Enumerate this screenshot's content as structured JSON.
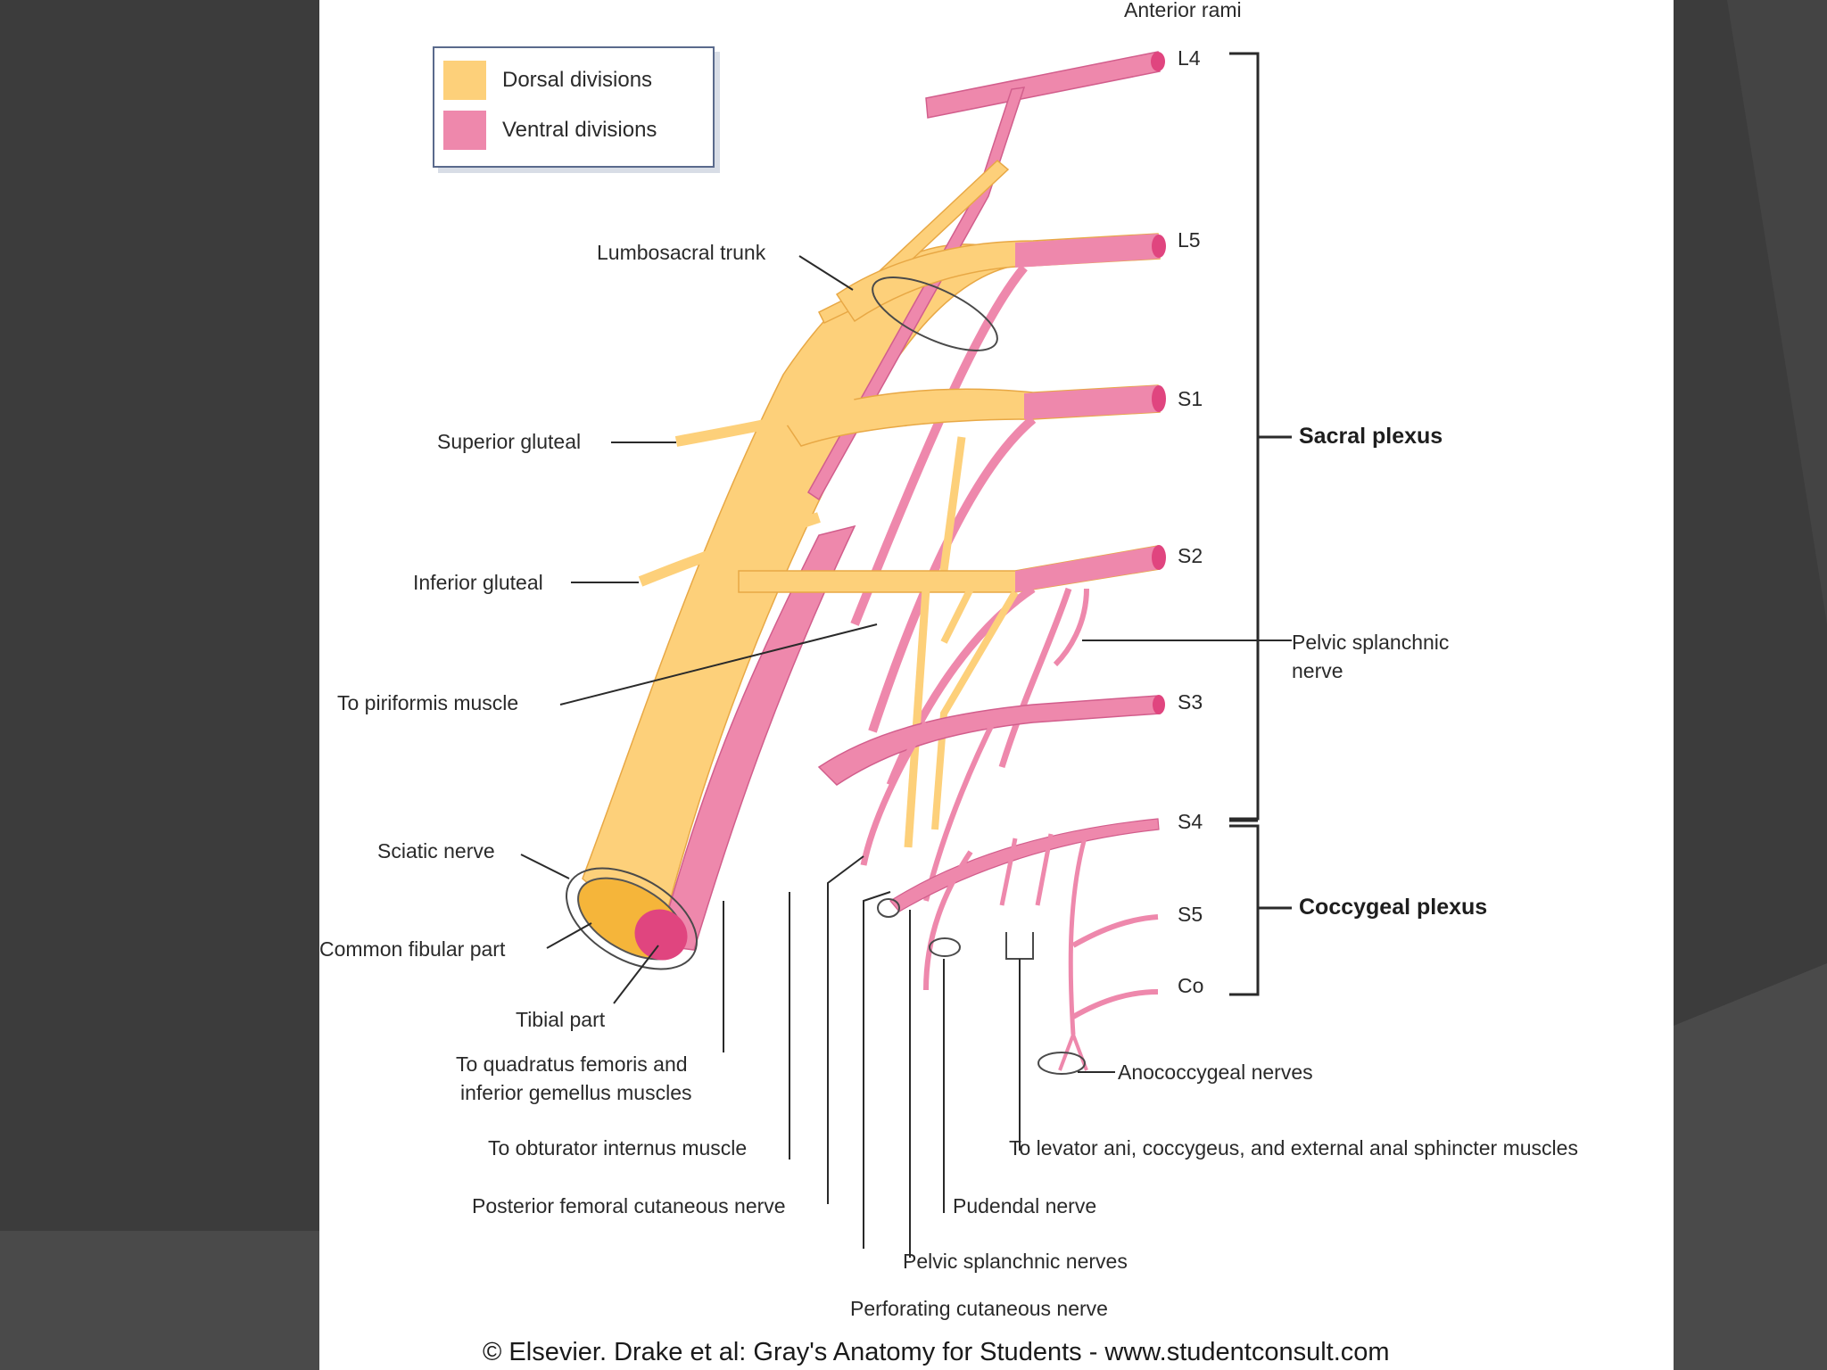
{
  "colors": {
    "dorsal": "#fdd07a",
    "ventral": "#ee88ac",
    "dorsal_dark": "#f5b53a",
    "ventral_dark": "#e0457f",
    "outline": "#4a4a4a"
  },
  "legend": {
    "dorsal": "Dorsal divisions",
    "ventral": "Ventral divisions"
  },
  "header": {
    "anterior_rami": "Anterior rami"
  },
  "roots": {
    "l4": "L4",
    "l5": "L5",
    "s1": "S1",
    "s2": "S2",
    "s3": "S3",
    "s4": "S4",
    "s5": "S5",
    "co": "Co"
  },
  "plexus": {
    "sacral": "Sacral plexus",
    "coccygeal": "Coccygeal plexus"
  },
  "labels": {
    "lumbosacral_trunk": "Lumbosacral trunk",
    "superior_gluteal": "Superior gluteal",
    "inferior_gluteal": "Inferior gluteal",
    "to_piriformis": "To piriformis muscle",
    "sciatic_nerve": "Sciatic nerve",
    "common_fibular_part": "Common fibular part",
    "tibial_part": "Tibial part",
    "to_quadratus_line1": "To quadratus femoris and",
    "to_quadratus_line2": "inferior gemellus muscles",
    "to_obturator": "To obturator internus muscle",
    "posterior_femoral": "Posterior femoral cutaneous nerve",
    "pelvic_splanchnic_line1": "Pelvic splanchnic",
    "pelvic_splanchnic_line2": "nerve",
    "anococcygeal": "Anococcygeal nerves",
    "to_levator": "To levator ani, coccygeus, and external anal sphincter muscles",
    "pudendal": "Pudendal nerve",
    "pelvic_splanchnic_nerves": "Pelvic splanchnic nerves",
    "perforating_cutaneous": "Perforating cutaneous nerve"
  },
  "credit": "© Elsevier. Drake et al: Gray's Anatomy for Students - www.studentconsult.com"
}
